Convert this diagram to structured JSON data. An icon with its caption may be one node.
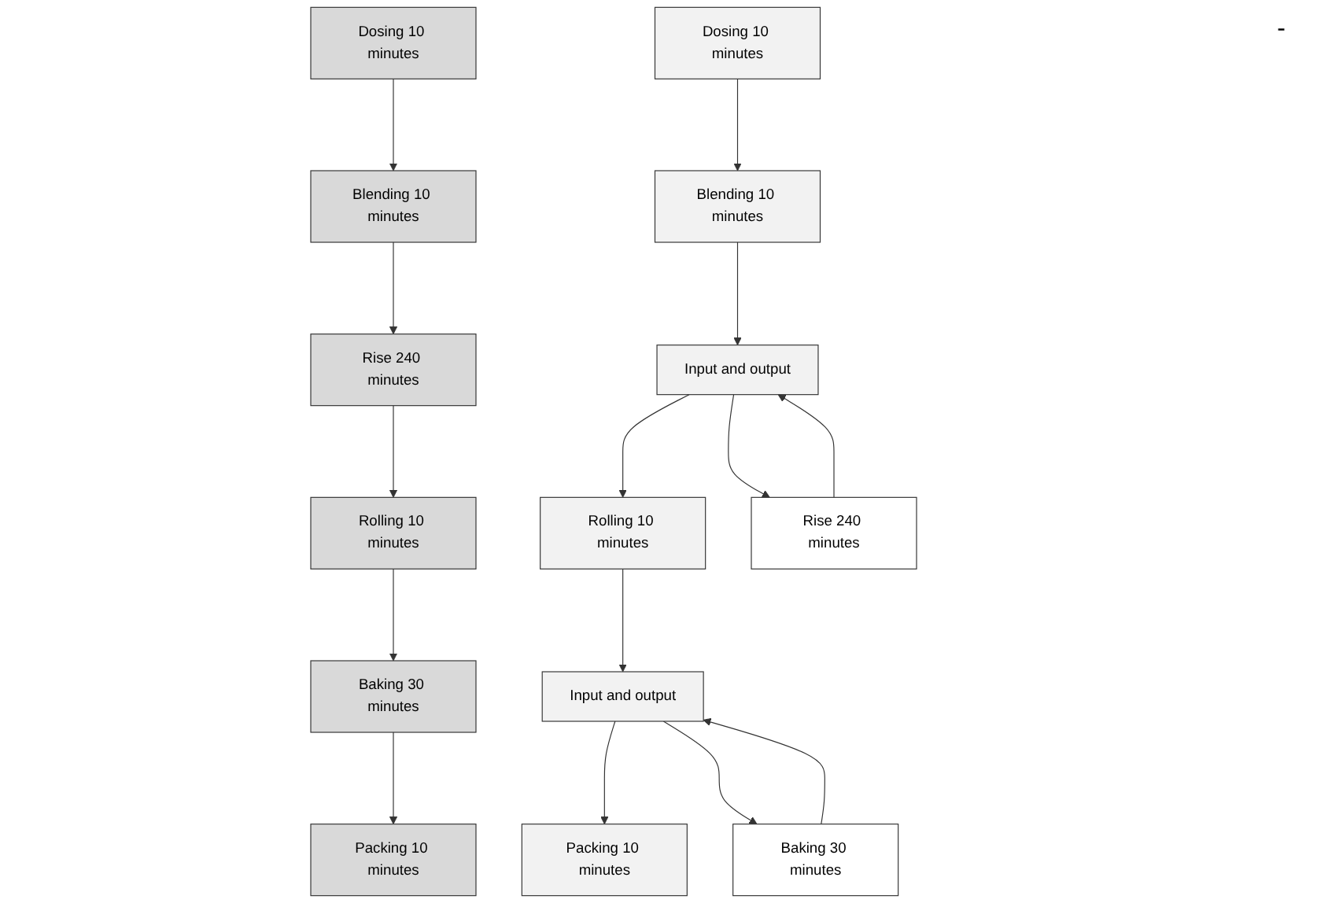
{
  "diagram": {
    "nodes": [
      {
        "text": [
          "Dosing 10 minutes"
        ]
      },
      {
        "text": [
          "Blending 10 minutes"
        ]
      },
      {
        "text": [
          "Rise 240 minutes"
        ]
      },
      {
        "text": [
          "Rolling 10 minutes"
        ]
      },
      {
        "text": [
          "Baking 30 minutes"
        ]
      },
      {
        "text": [
          "Packing 10 minutes"
        ]
      },
      {
        "text": [
          "Dosing 10 minutes"
        ]
      },
      {
        "text": [
          "Blending 10 minutes"
        ]
      },
      {
        "text": [
          "Input and output"
        ]
      },
      {
        "text": [
          "Rolling 10 minutes"
        ]
      },
      {
        "text": [
          "Input and output"
        ]
      },
      {
        "text": [
          "Packing 10 minutes"
        ]
      },
      {
        "text": [
          "Rise 240 minutes"
        ]
      },
      {
        "text": [
          "Baking 30 minutes"
        ]
      }
    ],
    "edges": [
      {
        "from": 0,
        "to": 1,
        "arrow": "to"
      },
      {
        "from": 1,
        "to": 2,
        "arrow": "to"
      },
      {
        "from": 2,
        "to": 3,
        "arrow": "to"
      },
      {
        "from": 3,
        "to": 4,
        "arrow": "to"
      },
      {
        "from": 4,
        "to": 5,
        "arrow": "to"
      },
      {
        "from": 6,
        "to": 7,
        "arrow": "to"
      },
      {
        "from": 7,
        "to": 8,
        "arrow": "to"
      },
      {
        "from": 8,
        "to": 9,
        "arrow": "to"
      },
      {
        "from": 9,
        "to": 10,
        "arrow": "to"
      },
      {
        "from": 10,
        "to": 11,
        "arrow": "to"
      },
      {
        "from": 8,
        "to": 12,
        "arrow": "to"
      },
      {
        "from": 12,
        "to": 8,
        "arrow": "to"
      },
      {
        "from": 10,
        "to": 13,
        "arrow": "to"
      },
      {
        "from": 13,
        "to": 10,
        "arrow": "to"
      }
    ],
    "labels": [
      "-"
    ]
  }
}
